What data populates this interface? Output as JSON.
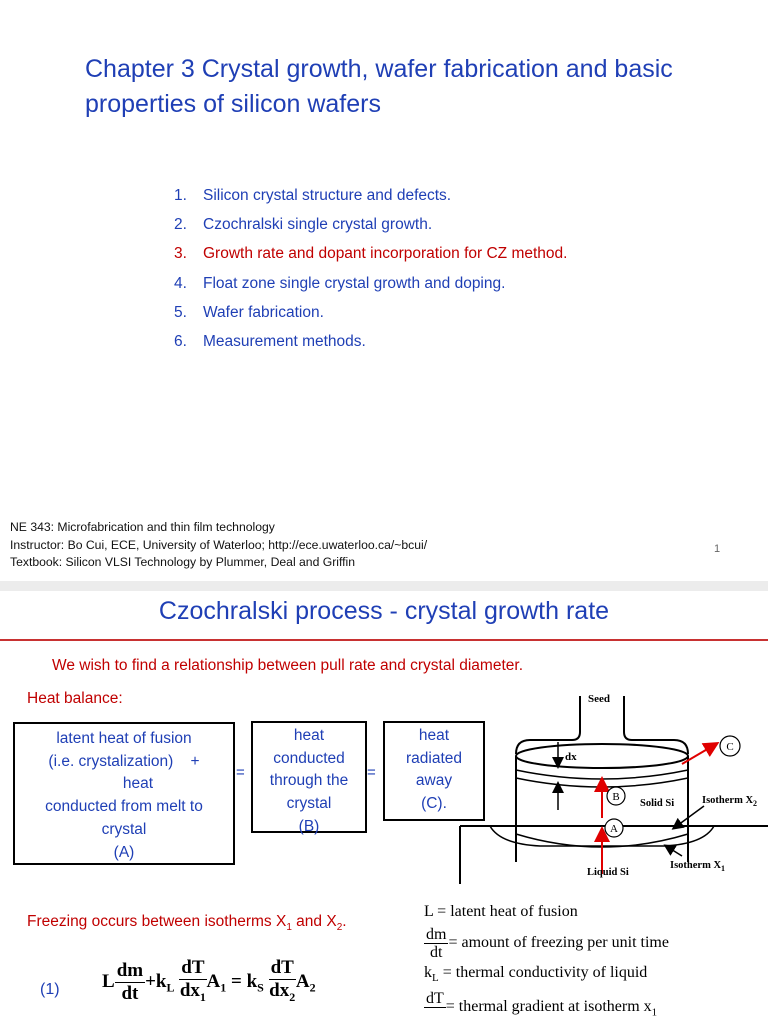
{
  "slide1": {
    "title": "Chapter 3 Crystal growth, wafer fabrication and basic properties of silicon wafers",
    "toc": [
      {
        "num": "1.",
        "label": "Silicon crystal structure and defects.",
        "active": false
      },
      {
        "num": "2.",
        "label": "Czochralski single crystal growth.",
        "active": false
      },
      {
        "num": "3.",
        "label": "Growth rate and dopant incorporation for CZ method.",
        "active": true
      },
      {
        "num": "4.",
        "label": "Float zone single crystal growth and doping.",
        "active": false
      },
      {
        "num": "5.",
        "label": "Wafer fabrication.",
        "active": false
      },
      {
        "num": "6.",
        "label": "Measurement methods.",
        "active": false
      }
    ],
    "footer": {
      "course": "NE 343: Microfabrication and thin film technology",
      "instructor": "Instructor: Bo Cui, ECE, University of Waterloo; http://ece.uwaterloo.ca/~bcui/",
      "textbook": "Textbook: Silicon VLSI Technology by Plummer, Deal and Griffin"
    },
    "page_number": "1"
  },
  "slide2": {
    "title": "Czochralski process - crystal growth rate",
    "intro": "We wish to find a relationship between pull rate and crystal diameter.",
    "heat_balance_label": "Heat balance:",
    "box_a": [
      "latent heat of fusion",
      "(i.e. crystalization)    +",
      "heat",
      "conducted from melt to",
      "crystal",
      "(A)"
    ],
    "box_b": [
      "heat",
      "conducted",
      "through the",
      "crystal",
      "(B)"
    ],
    "box_c": [
      "heat",
      "radiated",
      "away",
      "(C)."
    ],
    "equals": "=",
    "diagram": {
      "seed": "Seed",
      "dx": "dx",
      "solid": "Solid Si",
      "liquid": "Liquid Si",
      "isotherm2": "Isotherm X",
      "isotherm2_sub": "2",
      "isotherm1": "Isotherm X",
      "isotherm1_sub": "1",
      "marker_a": "A",
      "marker_b": "B",
      "marker_c": "C"
    },
    "freeze": {
      "prefix": "Freezing occurs between isotherms X",
      "sub1": "1",
      "mid": " and X",
      "sub2": "2",
      "suffix": "."
    },
    "equation_number": "(1)",
    "definitions": {
      "latent": "L =  latent heat of fusion",
      "dm_num": "dm",
      "dm_den": "dt",
      "dm_text": "=  amount of freezing per unit time",
      "kl_prefix": "k",
      "kl_sub": "L",
      "kl_text": " =  thermal conductivity of liquid",
      "dT_num": "dT",
      "dT_text": "=  thermal gradient at isotherm   x",
      "dT_sub": "1"
    },
    "equation": {
      "L": "L",
      "dm": "dm",
      "dt": "dt",
      "plus_k": "+k",
      "sub_L": "L",
      "dT": "dT",
      "dx": "dx",
      "one": "1",
      "A": "A",
      "eq_k": " = k",
      "sub_S": "S",
      "two": "2"
    }
  }
}
